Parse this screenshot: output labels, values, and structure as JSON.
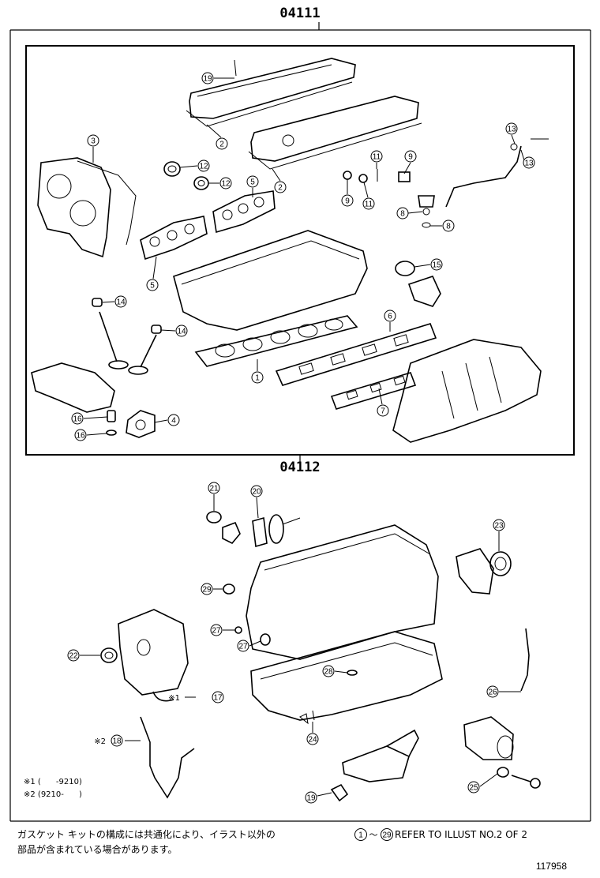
{
  "kits": {
    "upper": {
      "code": "04111"
    },
    "lower": {
      "code": "04112"
    }
  },
  "callouts": {
    "upper": [
      "19",
      "2",
      "3",
      "12",
      "12",
      "5",
      "2",
      "11",
      "9",
      "13",
      "13",
      "9",
      "11",
      "8",
      "8",
      "5",
      "15",
      "14",
      "14",
      "6",
      "1",
      "7",
      "16",
      "4",
      "16"
    ],
    "lower": [
      "21",
      "20",
      "23",
      "29",
      "27",
      "27",
      "22",
      "28",
      "17",
      "26",
      "18",
      "24",
      "19",
      "25"
    ]
  },
  "markers": {
    "m17": "※1",
    "m18": "※2"
  },
  "footnotes": {
    "f1": "※1 (      -9210)",
    "f2": "※2 (9210-      )"
  },
  "notes": {
    "japanese_line1": "ガスケット キットの構成には共通化により、イラスト以外の",
    "japanese_line2": "部品が含まれている場合があります。",
    "range_start": "1",
    "range_end": "29",
    "tilde": "〜",
    "refer_text": "REFER TO ILLUST NO.2 OF 2"
  },
  "figure_number": "117958"
}
